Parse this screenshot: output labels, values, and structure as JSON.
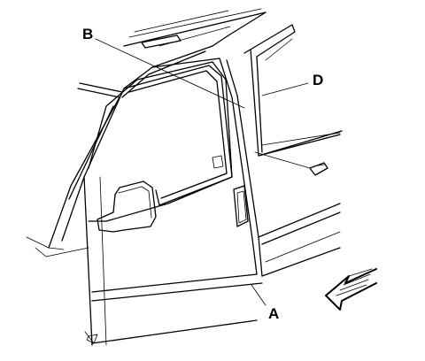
{
  "callouts": {
    "a": "A",
    "b": "B",
    "d": "D"
  },
  "icons": {
    "direction": "front-arrow-icon"
  }
}
